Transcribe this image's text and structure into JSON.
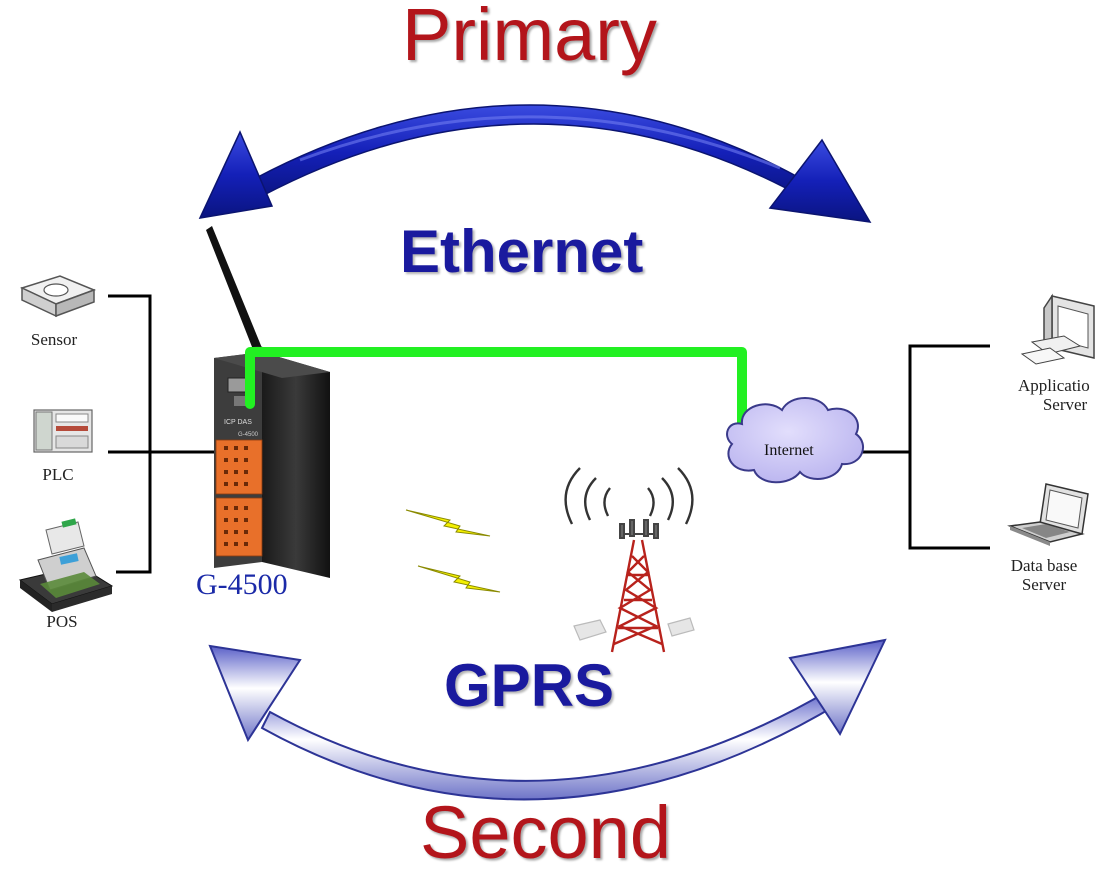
{
  "labels": {
    "primary": "Primary",
    "ethernet": "Ethernet",
    "gprs": "GPRS",
    "second": "Second",
    "device": "G-4500",
    "internet": "Internet",
    "sensor": "Sensor",
    "plc": "PLC",
    "pos": "POS",
    "app_server_line1": "Applicatio",
    "app_server_line2": "Server",
    "db_server_line1": "Data base",
    "db_server_line2": "Server"
  },
  "colors": {
    "primary_text": "#b3151b",
    "link_text": "#1a1a9e",
    "ethernet_line": "#22f022",
    "primary_arrow": "#1b27c4",
    "secondary_arrow": "#7c82d4",
    "cloud": "#c9c5f4",
    "bolt": "#f4f000"
  },
  "icons": [
    "sensor-icon",
    "plc-icon",
    "pos-icon",
    "antenna-icon",
    "signal-bolt-icon",
    "cell-tower-icon",
    "radio-waves-icon",
    "cloud-icon",
    "desktop-computer-icon",
    "laptop-icon"
  ]
}
